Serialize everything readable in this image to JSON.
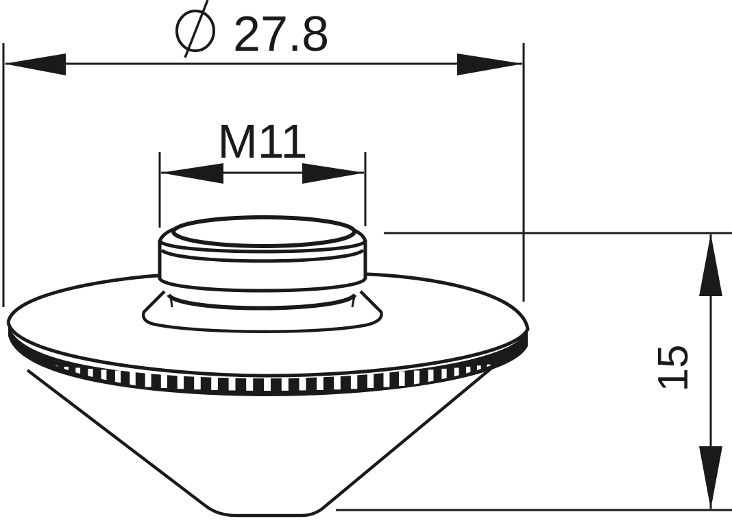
{
  "drawing": {
    "subject": "Laser cutting nozzle (double-layer, knurled flange)",
    "line_color": "#1a1a1a",
    "background": "#ffffff"
  },
  "dimensions": {
    "outer_diameter": {
      "symbol": "Ø",
      "value": "27.8",
      "label": "Ø27.8"
    },
    "thread": {
      "label": "M11"
    },
    "height": {
      "value": "15",
      "label": "15"
    }
  },
  "labels": {
    "diameter_symbol": "⌀",
    "diameter_value": "27.8",
    "thread_label": "M11",
    "height_label": "15"
  }
}
